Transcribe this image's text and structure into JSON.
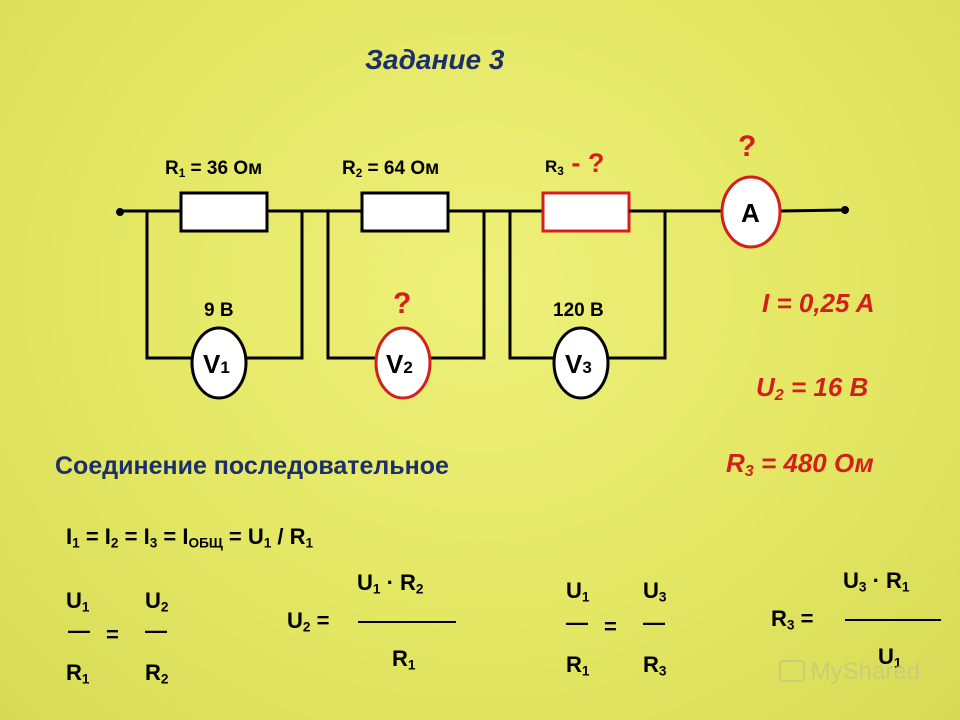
{
  "title": "Задание 3",
  "circuit": {
    "r1": {
      "sym": "R",
      "sub": "1",
      "rest": " = 36 Ом"
    },
    "r2": {
      "sym": "R",
      "sub": "2",
      "rest": " = 64 Ом"
    },
    "r3": {
      "sym": "R",
      "sub": "3",
      "rest": " - ?"
    },
    "v1": {
      "sym": "V",
      "sub": "1",
      "reading": "9 В"
    },
    "v2": {
      "sym": "V",
      "sub": "2",
      "reading": "?"
    },
    "v3": {
      "sym": "V",
      "sub": "3",
      "reading": "120 В"
    },
    "ammeter": {
      "sym": "A",
      "reading": "?"
    }
  },
  "given": {
    "current": "I = 0,25 A",
    "u2": {
      "sym": "U",
      "sub": "2",
      "rest": " = 16 В"
    },
    "r3": {
      "sym": "R",
      "sub": "3",
      "rest": " = 480 Ом"
    }
  },
  "heading": "Соединение последовательное",
  "formulas": {
    "chain": {
      "i1": "I",
      "i1s": "1",
      "eq1": " = ",
      "i2": "I",
      "i2s": "2",
      "eq2": " = ",
      "i3": "I",
      "i3s": "3",
      "eq3": " = ",
      "itot": "I",
      "itots": "ОБЩ",
      "eq4": " = ",
      "u1": "U",
      "u1s": "1",
      "div": " / ",
      "r1": "R",
      "r1s": "1"
    },
    "ratio1": {
      "u1": "U",
      "u1s": "1",
      "u2": "U",
      "u2s": "2",
      "dash": "—",
      "eq": "=",
      "r1": "R",
      "r1s": "1",
      "r2": "R",
      "r2s": "2"
    },
    "u2_formula": {
      "lhs": "U",
      "lhss": "2",
      "eq": " =",
      "num_a": "U",
      "num_as": "1",
      "dot": " · ",
      "num_b": "R",
      "num_bs": "2",
      "den": "R",
      "dens": "1"
    },
    "ratio2": {
      "u1": "U",
      "u1s": "1",
      "u3": "U",
      "u3s": "3",
      "dash": "—",
      "eq": "=",
      "r1": "R",
      "r1s": "1",
      "r3": "R",
      "r3s": "3"
    },
    "r3_formula": {
      "lhs": "R",
      "lhss": "3",
      "eq": " =",
      "num_a": "U",
      "num_as": "3",
      "dot": " · ",
      "num_b": "R",
      "num_bs": "1",
      "den": "U",
      "dens": "1"
    }
  },
  "watermark": "MyShared",
  "colors": {
    "wire": "#000000",
    "highlight": "#d21f1f",
    "meter_fill": "#ffffff",
    "heading": "#1c2f6b"
  }
}
